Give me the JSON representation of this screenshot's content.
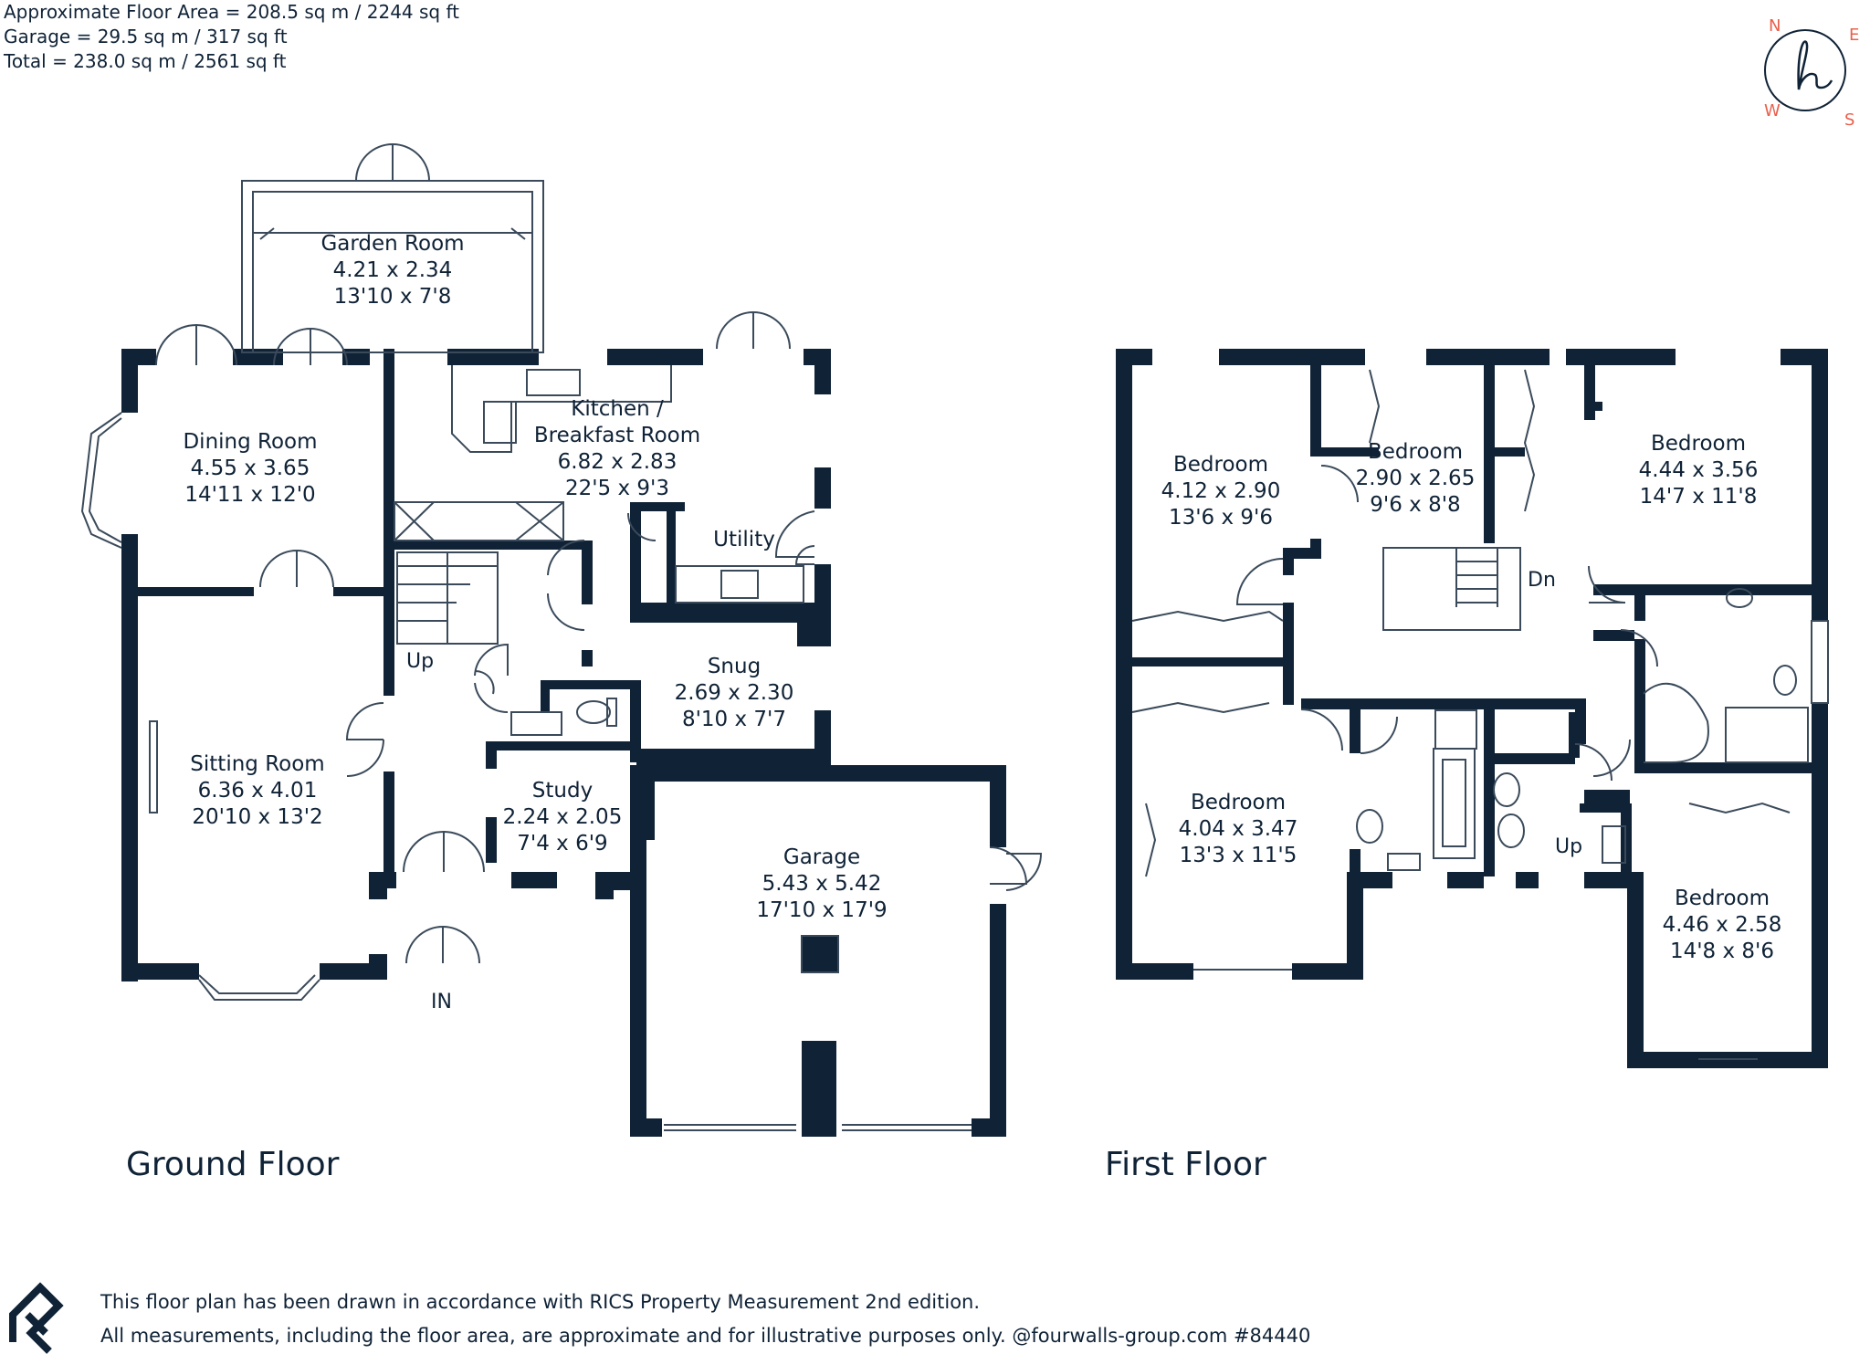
{
  "areas": {
    "line1": "Approximate Floor Area = 208.5 sq m / 2244 sq ft",
    "line2": "Garage = 29.5 sq m / 317 sq ft",
    "line3": "Total = 238.0 sq m / 2561 sq ft"
  },
  "compass": {
    "n": "N",
    "e": "E",
    "s": "S",
    "w": "W",
    "brand_color": "#e8604c"
  },
  "ground_floor": {
    "title": "Ground Floor",
    "rooms": [
      {
        "name": "Garden Room",
        "metric": "4.21 x 2.34",
        "imperial": "13'10 x 7'8"
      },
      {
        "name": "Dining Room",
        "metric": "4.55 x 3.65",
        "imperial": "14'11 x 12'0"
      },
      {
        "name": "Kitchen / Breakfast Room",
        "metric": "6.82 x 2.83",
        "imperial": "22'5 x 9'3"
      },
      {
        "name": "Utility",
        "metric": "",
        "imperial": ""
      },
      {
        "name": "Snug",
        "metric": "2.69 x 2.30",
        "imperial": "8'10 x 7'7"
      },
      {
        "name": "Sitting Room",
        "metric": "6.36 x 4.01",
        "imperial": "20'10 x 13'2"
      },
      {
        "name": "Study",
        "metric": "2.24 x 2.05",
        "imperial": "7'4 x 6'9"
      },
      {
        "name": "Garage",
        "metric": "5.43 x 5.42",
        "imperial": "17'10 x 17'9"
      }
    ],
    "stairs_label": "Up",
    "entrance_label": "IN"
  },
  "first_floor": {
    "title": "First Floor",
    "rooms": [
      {
        "name": "Bedroom",
        "metric": "4.12 x 2.90",
        "imperial": "13'6 x 9'6"
      },
      {
        "name": "Bedroom",
        "metric": "2.90 x 2.65",
        "imperial": "9'6 x 8'8"
      },
      {
        "name": "Bedroom",
        "metric": "4.44 x 3.56",
        "imperial": "14'7 x 11'8"
      },
      {
        "name": "Bedroom",
        "metric": "4.04 x 3.47",
        "imperial": "13'3 x 11'5"
      },
      {
        "name": "Bedroom",
        "metric": "4.46 x 2.58",
        "imperial": "14'8 x 8'6"
      }
    ],
    "stairs_down_label": "Dn",
    "stairs_up_label": "Up"
  },
  "footer": {
    "line1": "This floor plan has been drawn in accordance with RICS Property Measurement 2nd edition.",
    "line2": "All measurements, including the floor area, are approximate and for illustrative purposes only. @fourwalls-group.com #84440"
  },
  "colors": {
    "wall": "#0f2236",
    "line": "#3a4a5a",
    "background": "#ffffff"
  }
}
